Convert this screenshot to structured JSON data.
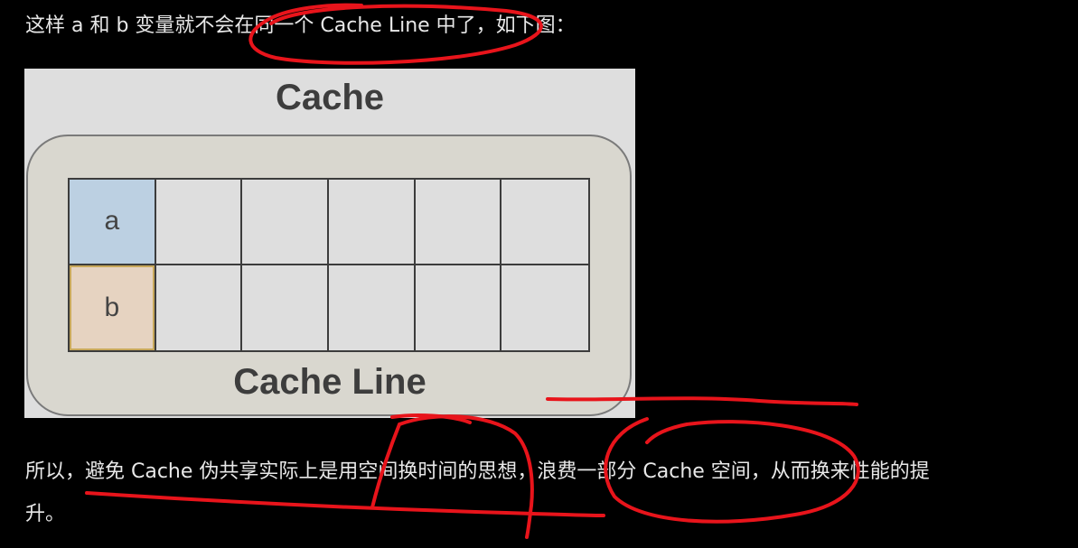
{
  "text": {
    "line1": "这样 a 和 b 变量就不会在同一个 Cache Line 中了，如下图：",
    "line2": "所以，避免 Cache 伪共享实际上是用空间换时间的思想，浪费一部分 Cache 空间，从而换来性能的提",
    "line3": "升。"
  },
  "figure": {
    "title": "Cache",
    "caption": "Cache Line",
    "cells": {
      "a": "a",
      "b": "b"
    },
    "colors": {
      "cell_a": "#bcd0e2",
      "cell_b": "#e6d3c1",
      "annotation": "#e8141b"
    }
  }
}
